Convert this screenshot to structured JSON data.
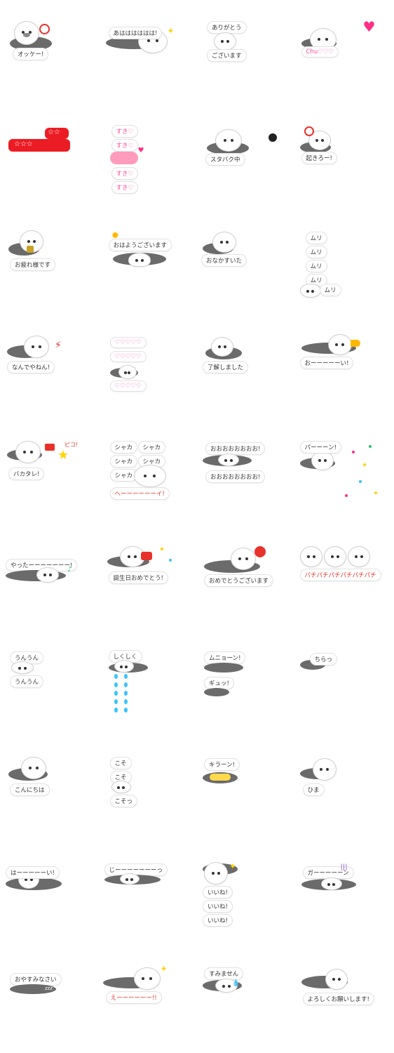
{
  "stickers": {
    "s01": {
      "text": "オッケー!"
    },
    "s02": {
      "text": "あはははははは!"
    },
    "s03": {
      "line1": "ありがとう",
      "line2": "ございます"
    },
    "s04": {
      "text": "Chu♡♡♡"
    },
    "s05": {
      "text": ""
    },
    "s06": {
      "line1": "すき♡",
      "line2": "すき♡",
      "line3": "すき♡",
      "line4": "すき♡"
    },
    "s07": {
      "text": "スタバク中"
    },
    "s08": {
      "text": "起きろー!"
    },
    "s09": {
      "text": "お疲れ様です"
    },
    "s10": {
      "text": "おはようございます"
    },
    "s11": {
      "text": "おなかすいた"
    },
    "s12": {
      "line1": "ムリ",
      "line2": "ムリ",
      "line3": "ムリ",
      "line4": "ムリ",
      "line5": "ムリ"
    },
    "s13": {
      "text": "なんでやねん!"
    },
    "s14": {
      "line1": "♡♡♡♡♡",
      "line2": "♡♡♡♡♡",
      "line3": "♡♡♡♡♡"
    },
    "s15": {
      "text": "了解しました"
    },
    "s16": {
      "text": "おーーーーーい!"
    },
    "s17": {
      "text": "バカタレ!",
      "sfx": "ピコ!"
    },
    "s18": {
      "a": "シャカ",
      "b": "シャカ",
      "c": "シャカ",
      "d": "シャカ",
      "e": "シャカ",
      "f": "ヘーーーーーーイ!"
    },
    "s19": {
      "line1": "おおおおおおおお!",
      "line2": "おおおおおおおお!"
    },
    "s20": {
      "text": "パーーーン!"
    },
    "s21": {
      "text": "やったーーーーーーー!"
    },
    "s22": {
      "text": "誕生日おめでとう!"
    },
    "s23": {
      "text": "おめでとうございます"
    },
    "s24": {
      "text": "パチパチパチパチパチパチ"
    },
    "s25": {
      "line1": "うんうん",
      "line2": "うんうん"
    },
    "s26": {
      "text": "しくしく"
    },
    "s27": {
      "line1": "ムニョーン!",
      "line2": "ギュッ!"
    },
    "s28": {
      "text": "ちらっ"
    },
    "s29": {
      "text": "こんにちは"
    },
    "s30": {
      "line1": "こそ",
      "line2": "こそ",
      "line3": "こそっ"
    },
    "s31": {
      "text": "キラーン!"
    },
    "s32": {
      "text": "ひま"
    },
    "s33": {
      "text": "はーーーーーい!"
    },
    "s34": {
      "text": "じーーーーーーーっ"
    },
    "s35": {
      "line1": "いいね!",
      "line2": "いいね!",
      "line3": "いいね!"
    },
    "s36": {
      "text": "ガーーーーーン"
    },
    "s37": {
      "text": "おやすみなさい",
      "zzz": "zzz"
    },
    "s38": {
      "text": "えーーーーーー!!"
    },
    "s39": {
      "text": "すみません"
    },
    "s40": {
      "text": "よろしくお願いします!"
    }
  },
  "colors": {
    "pink": "#ff4fa0",
    "red": "#e8312a",
    "tail": "#6b6b6b",
    "tear": "#37c3ff"
  }
}
